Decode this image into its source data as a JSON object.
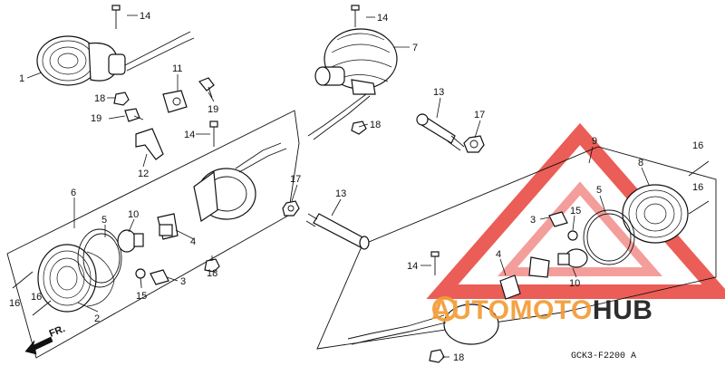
{
  "diagram": {
    "part_numbers": {
      "p1": "1",
      "p2": "2",
      "p3a": "3",
      "p3b": "3",
      "p4a": "4",
      "p4b": "4",
      "p5a": "5",
      "p5b": "5",
      "p6": "6",
      "p7": "7",
      "p8": "8",
      "p9": "9",
      "p10a": "10",
      "p10b": "10",
      "p11": "11",
      "p12": "12",
      "p13a": "13",
      "p13b": "13",
      "p14a": "14",
      "p14b": "14",
      "p14c": "14",
      "p14d": "14",
      "p15a": "15",
      "p15b": "15",
      "p16a": "16",
      "p16b": "16",
      "p16c": "16",
      "p16d": "16",
      "p17a": "17",
      "p17b": "17",
      "p18a": "18",
      "p18b": "18",
      "p18c": "18",
      "p18d": "18",
      "p19a": "19",
      "p19b": "19"
    },
    "direction_label": "FR.",
    "diagram_code": "GCK3-F2200 A"
  },
  "watermark": {
    "brand": "AUTOMOTOHUB",
    "color_red": "#e8413a",
    "color_orange": "#f39c36",
    "color_dark": "#1c1c1c"
  }
}
